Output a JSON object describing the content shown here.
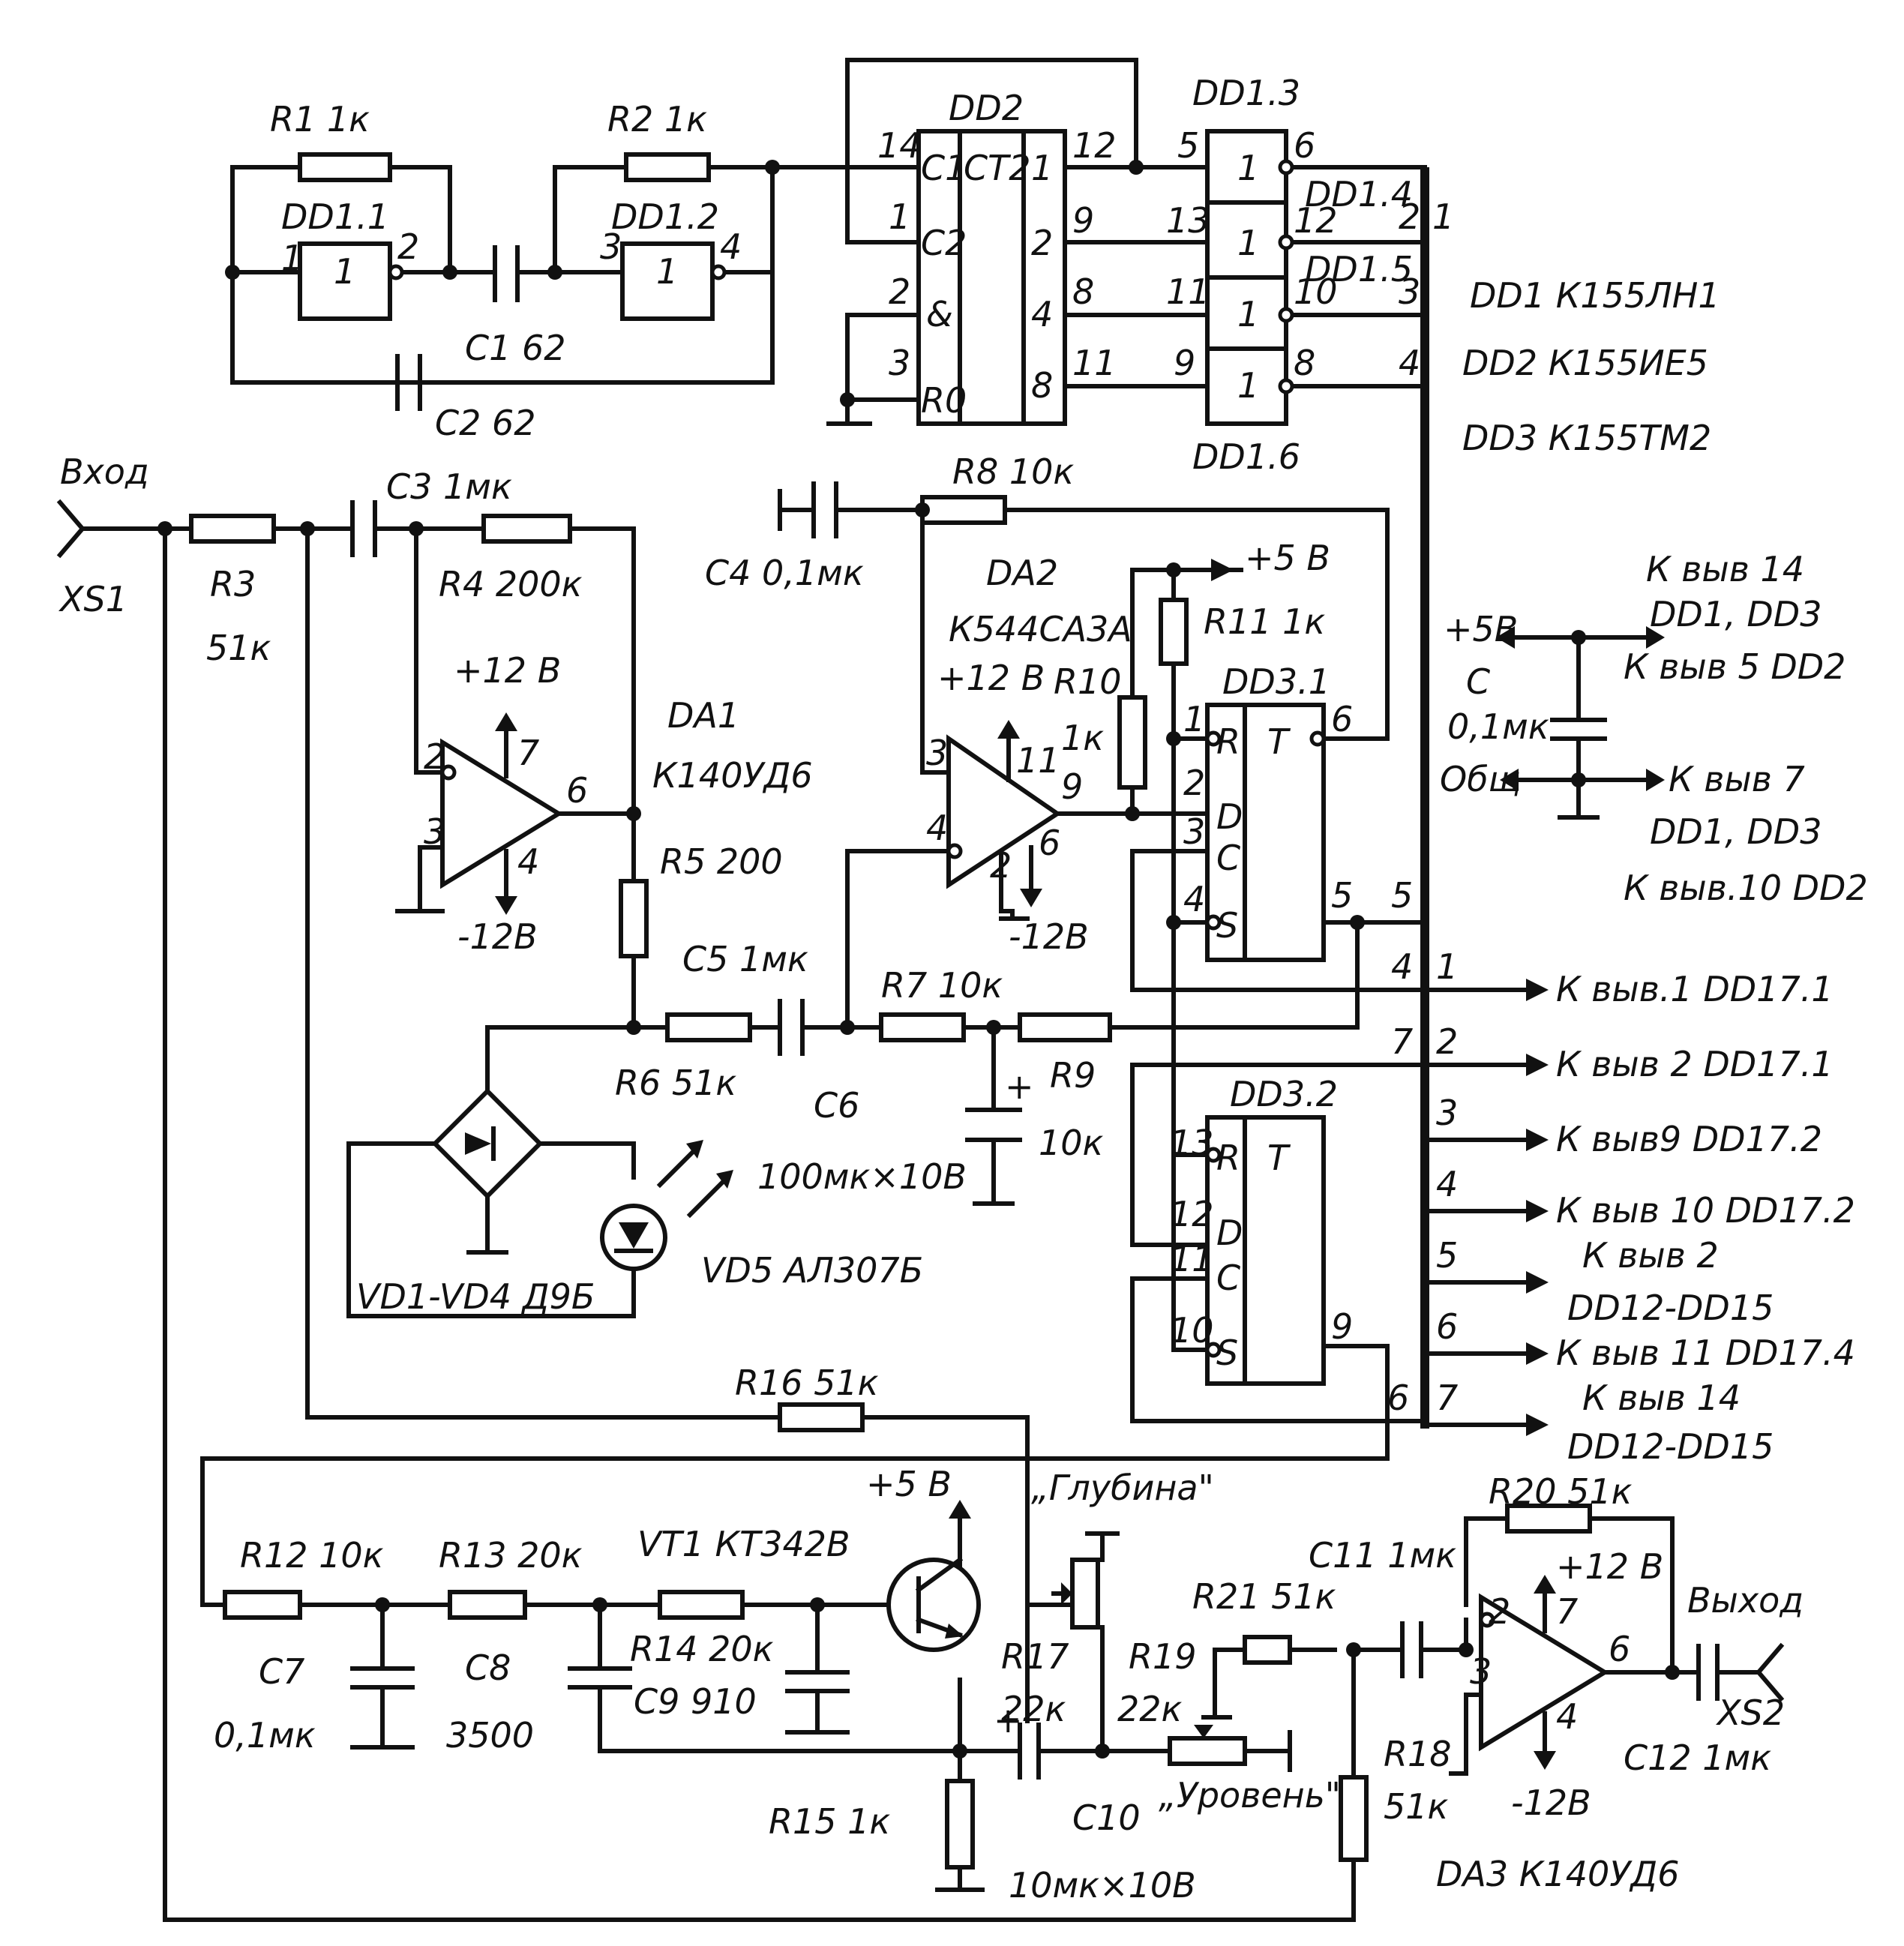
{
  "labels": {
    "r1": "R1  1к",
    "dd11": "DD1.1",
    "dd11_p1": "1",
    "dd11_p2": "2",
    "dd11_sym": "1",
    "r2": "R2  1к",
    "dd12": "DD1.2",
    "dd12_p3": "3",
    "dd12_p4": "4",
    "dd12_sym": "1",
    "c1": "C1  62",
    "c2": "C2  62",
    "dd2": "DD2",
    "dd2_ct": "CT2",
    "dd2_c1": "C1",
    "dd2_c2": "C2",
    "dd2_and": "&",
    "dd2_r0": "R0",
    "dd2_p14": "14",
    "dd2_p1": "1",
    "dd2_p2": "2",
    "dd2_p3": "3",
    "dd2_o1": "1",
    "dd2_o2": "2",
    "dd2_o4": "4",
    "dd2_o8": "8",
    "dd2_p12": "12",
    "dd2_p9": "9",
    "dd2_p8": "8",
    "dd2_p11": "11",
    "dd13": "DD1.3",
    "dd14": "DD1.4",
    "dd15": "DD1.5",
    "dd16": "DD1.6",
    "inv_sym": "1",
    "inv_p5": "5",
    "inv_p6": "6",
    "inv_p13": "13",
    "inv_p12": "12",
    "inv_p11": "11",
    "inv_p10": "10",
    "inv_p9": "9",
    "inv_p8": "8",
    "bus_1": "1",
    "bus_2": "2",
    "bus_3": "3",
    "bus_4": "4",
    "chip_dd1": "DD1  К155ЛН1",
    "chip_dd2": "DD2  К155ИЕ5",
    "chip_dd3": "DD3  К155ТМ2",
    "input": "Вход",
    "xs1": "XS1",
    "r3": "R3",
    "r3v": "51к",
    "c3": "C3  1мк",
    "r4": "R4  200к",
    "plus12_1": "+12 В",
    "minus12_1": "-12В",
    "da1": "DA1",
    "da1_type": "К140УД6",
    "da1_p2": "2",
    "da1_p3": "3",
    "da1_p7": "7",
    "da1_p4": "4",
    "da1_p6": "6",
    "r5": "R5  200",
    "c4": "C4  0,1мк",
    "r8": "R8  10к",
    "da2": "DA2",
    "da2_type": "К544СА3А",
    "plus12_2": "+12 В",
    "minus12_2": "-12В",
    "da2_p3": "3",
    "da2_p4": "4",
    "da2_p11": "11",
    "da2_p9": "9",
    "da2_p2": "2",
    "da2_p6": "6",
    "r10": "R10",
    "r10v": "1к",
    "plus5_1": "+5 В",
    "r11": "R11  1к",
    "dd31": "DD3.1",
    "dd31_R": "R",
    "dd31_D": "D",
    "dd31_C": "C",
    "dd31_S": "S",
    "dd31_T": "T",
    "dd31_p1": "1",
    "dd31_p2": "2",
    "dd31_p3": "3",
    "dd31_p4": "4",
    "dd31_p5": "5",
    "dd31_p6": "6",
    "dd32": "DD3.2",
    "dd32_R": "R",
    "dd32_D": "D",
    "dd32_C": "C",
    "dd32_S": "S",
    "dd32_T": "T",
    "dd32_p13": "13",
    "dd32_p12": "12",
    "dd32_p11": "11",
    "dd32_p10": "10",
    "dd32_p9": "9",
    "pwr_plus5": "+5В",
    "pwr_c": "C",
    "pwr_cv": "0,1мк",
    "pwr_gnd": "Общ",
    "pwr_t1": "К выв 14",
    "pwr_t2": "DD1, DD3",
    "pwr_t3": "К выв 5 DD2",
    "pwr_b1": "К выв 7",
    "pwr_b2": "DD1, DD3",
    "pwr_b3": "К выв.10 DD2",
    "c5": "C5  1мк",
    "r7": "R7  10к",
    "r6": "R6  51к",
    "c6": "C6",
    "c6v": "100мк×10В",
    "r9": "R9",
    "r9v": "10к",
    "c6_plus": "+",
    "vd14": "VD1-VD4  Д9Б",
    "vd5": "VD5  АЛ307Б",
    "out_n5": "5",
    "out_n4": "4",
    "out_n7": "7",
    "out_n6": "6",
    "o1": "1",
    "o2": "2",
    "o3": "3",
    "o4": "4",
    "o5": "5",
    "o6": "6",
    "o7": "7",
    "out1": "К выв.1 DD17.1",
    "out2": "К выв 2 DD17.1",
    "out3": "К выв9 DD17.2",
    "out4": "К выв 10 DD17.2",
    "out5a": "К выв 2",
    "out5b": "DD12-DD15",
    "out6": "К выв 11 DD17.4",
    "out7a": "К выв 14",
    "out7b": "DD12-DD15",
    "r16": "R16  51к",
    "plus5_2": "+5 В",
    "glubina": "„Глубина\"",
    "r12": "R12  10к",
    "r13": "R13  20к",
    "vt1": "VT1  КТ342В",
    "r14": "R14  20к",
    "c9": "C9  910",
    "c7": "C7",
    "c7v": "0,1мк",
    "c8": "C8",
    "c8v": "3500",
    "r17": "R17",
    "r17v": "22к",
    "r19": "R19",
    "r19v": "22к",
    "r21": "R21  51к",
    "c11": "C11  1мк",
    "r20": "R20  51к",
    "c10": "C10",
    "uroven": "„Уровень\"",
    "c10v": "10мк×10В",
    "c10_plus": "+",
    "r15": "R15  1к",
    "r18": "R18",
    "r18v": "51к",
    "da3_p2": "2",
    "da3_p3": "3",
    "da3_p7": "7",
    "da3_p4": "4",
    "da3_p6": "6",
    "plus12_3": "+12 В",
    "minus12_3": "-12В",
    "output": "Выход",
    "xs2": "XS2",
    "c12": "C12  1мк",
    "da3": "DA3  К140УД6"
  }
}
